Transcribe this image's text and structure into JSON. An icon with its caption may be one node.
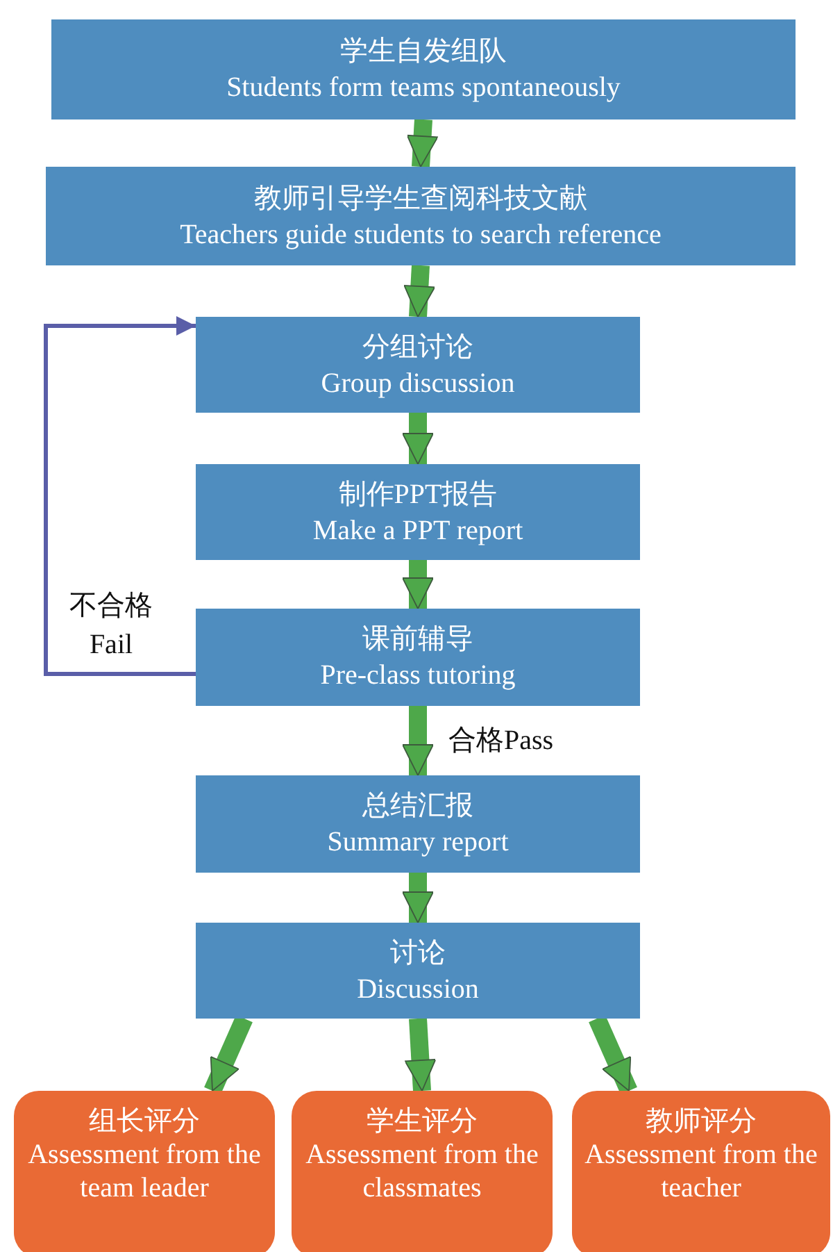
{
  "diagram": {
    "nodes": [
      {
        "text": [
          "学生自发组队",
          "Students form teams spontaneously"
        ]
      },
      {
        "text": [
          "教师引导学生查阅科技文献",
          "Teachers guide students to search reference"
        ]
      },
      {
        "text": [
          "分组讨论",
          "Group discussion"
        ]
      },
      {
        "text": [
          "制作PPT报告",
          "Make a PPT report"
        ]
      },
      {
        "text": [
          "课前辅导",
          "Pre-class tutoring"
        ]
      },
      {
        "text": [
          "总结汇报",
          "Summary report"
        ]
      },
      {
        "text": [
          "讨论",
          "Discussion"
        ]
      },
      {
        "text": [
          "组长评分",
          "Assessment from the team leader"
        ]
      },
      {
        "text": [
          "学生评分",
          "Assessment from the classmates"
        ]
      },
      {
        "text": [
          "教师评分",
          "Assessment from the teacher"
        ]
      }
    ],
    "edges": [
      {
        "from": 0,
        "to": 1,
        "arrow": "to"
      },
      {
        "from": 1,
        "to": 2,
        "arrow": "to"
      },
      {
        "from": 2,
        "to": 3,
        "arrow": "to"
      },
      {
        "from": 3,
        "to": 4,
        "arrow": "to"
      },
      {
        "from": 4,
        "to": 2,
        "arrow": "to",
        "label": "不合格 Fail",
        "color": "#5a5ea8"
      },
      {
        "from": 4,
        "to": 5,
        "arrow": "to",
        "label": "合格Pass"
      },
      {
        "from": 5,
        "to": 6,
        "arrow": "to"
      },
      {
        "from": 6,
        "to": 7,
        "arrow": "to"
      },
      {
        "from": 6,
        "to": 8,
        "arrow": "to"
      },
      {
        "from": 6,
        "to": 9,
        "arrow": "to"
      }
    ]
  }
}
